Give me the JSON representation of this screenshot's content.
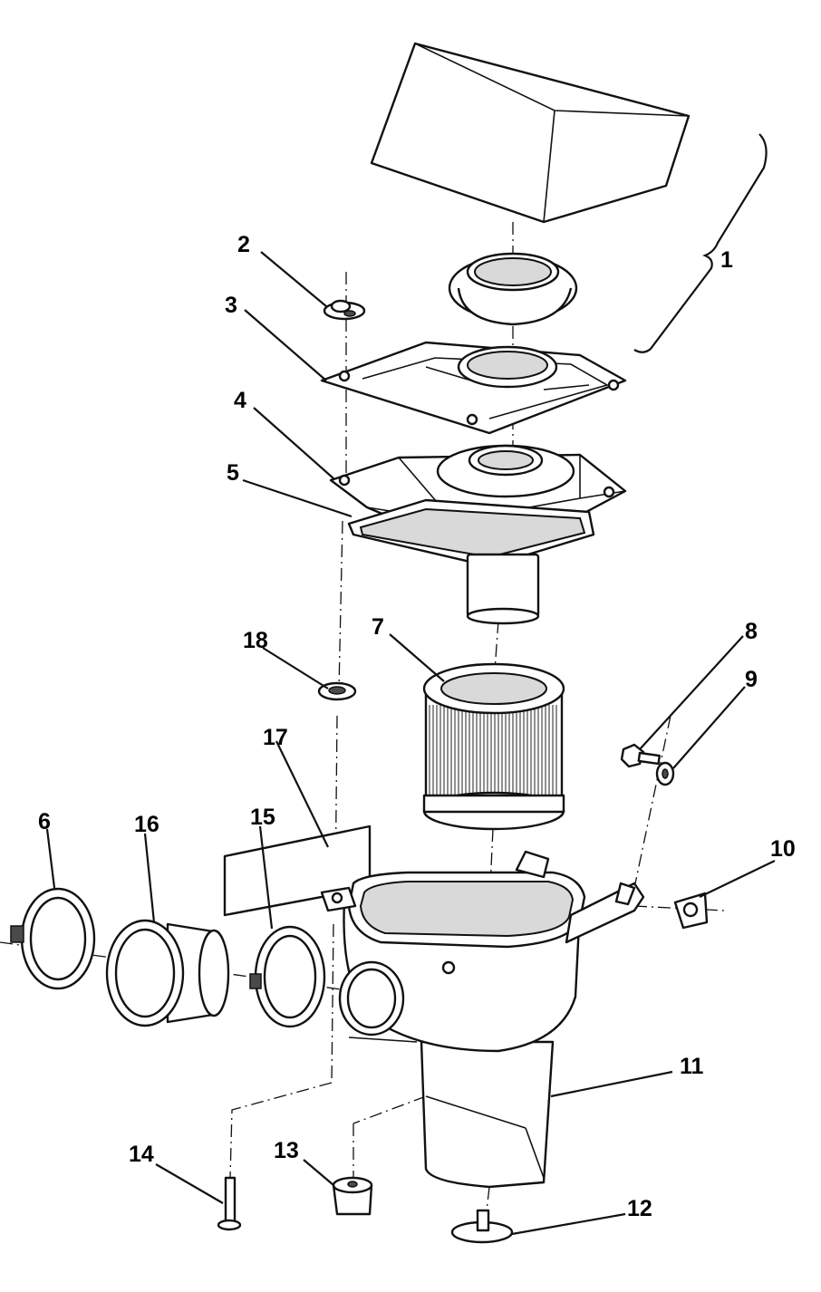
{
  "diagram": {
    "callouts": [
      {
        "number": "1"
      },
      {
        "number": "2"
      },
      {
        "number": "3"
      },
      {
        "number": "4"
      },
      {
        "number": "5"
      },
      {
        "number": "6"
      },
      {
        "number": "7"
      },
      {
        "number": "8"
      },
      {
        "number": "9"
      },
      {
        "number": "10"
      },
      {
        "number": "11"
      },
      {
        "number": "12"
      },
      {
        "number": "13"
      },
      {
        "number": "14"
      },
      {
        "number": "15"
      },
      {
        "number": "16"
      },
      {
        "number": "17"
      },
      {
        "number": "18"
      }
    ]
  }
}
